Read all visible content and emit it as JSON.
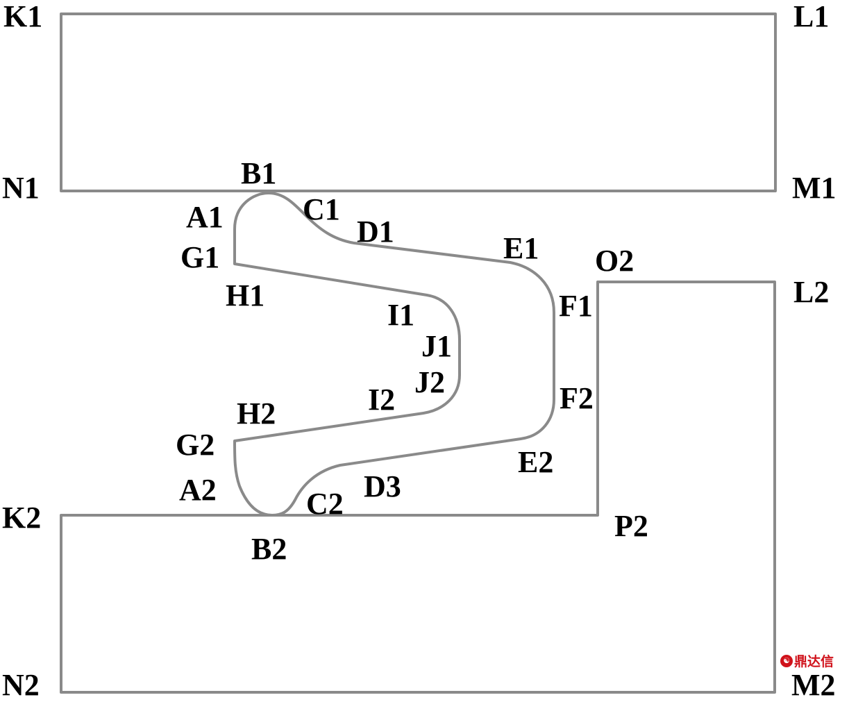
{
  "labels": {
    "K1": "K1",
    "L1": "L1",
    "N1": "N1",
    "M1": "M1",
    "A1": "A1",
    "B1": "B1",
    "C1": "C1",
    "D1": "D1",
    "E1": "E1",
    "F1": "F1",
    "G1": "G1",
    "H1": "H1",
    "I1": "I1",
    "J1": "J1",
    "A2": "A2",
    "B2": "B2",
    "C2": "C2",
    "D3": "D3",
    "E2": "E2",
    "F2": "F2",
    "G2": "G2",
    "H2": "H2",
    "I2": "I2",
    "J2": "J2",
    "O2": "O2",
    "L2": "L2",
    "K2": "K2",
    "P2": "P2",
    "N2": "N2",
    "M2": "M2"
  },
  "watermark": "鼎达信"
}
